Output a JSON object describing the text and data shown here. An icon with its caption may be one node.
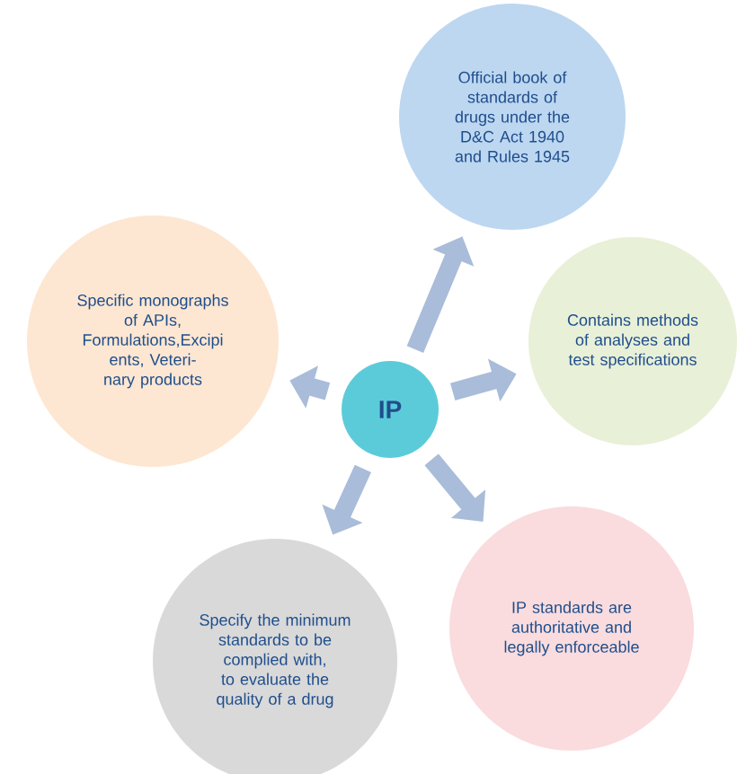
{
  "diagram": {
    "nodes": [
      {
        "text": [
          "Official book of standards of drugs under the D&C Act 1940 and Rules 1945"
        ]
      },
      {
        "text": [
          "Specific monographs of APIs, Formulations,Excipi ents, Veteri-nary products"
        ]
      },
      {
        "text": [
          "Contains methods of analyses and test specifications"
        ]
      },
      {
        "text": [
          "IP"
        ]
      },
      {
        "text": [
          "Specify the minimum standards to be complied with, to evaluate the quality of a drug"
        ]
      },
      {
        "text": [
          "IP standards are authoritative and legally enforceable"
        ]
      }
    ],
    "edges": [
      {
        "from": 3,
        "to": 0,
        "arrow": "to"
      },
      {
        "from": 3,
        "to": 1,
        "arrow": "to"
      },
      {
        "from": 3,
        "to": 2,
        "arrow": "to"
      },
      {
        "from": 3,
        "to": 4,
        "arrow": "to"
      },
      {
        "from": 3,
        "to": 5,
        "arrow": "to"
      }
    ]
  }
}
